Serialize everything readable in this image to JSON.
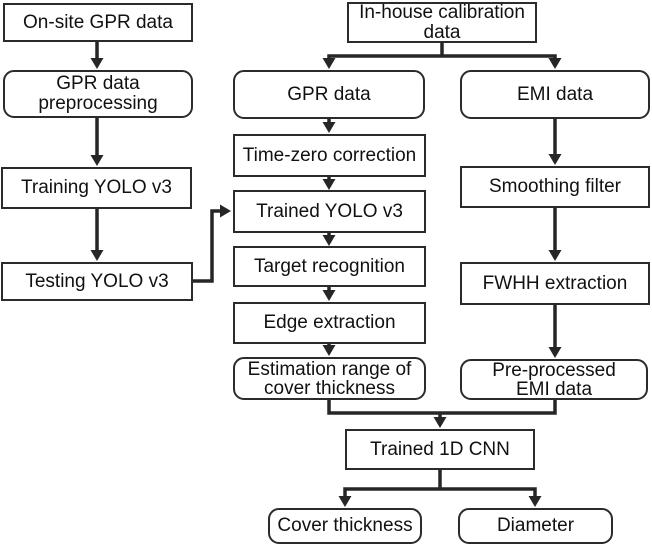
{
  "diagram": {
    "type": "flowchart",
    "colors": {
      "line": "#262626",
      "box_border": "#2b2b2b",
      "background": "#ffffff",
      "text": "#111111"
    },
    "nodes": {
      "onsite_gpr": {
        "label": "On-site GPR data",
        "shape": "rect"
      },
      "gpr_preprocessing": {
        "label": "GPR data\npreprocessing",
        "shape": "rounded"
      },
      "training_yolo": {
        "label": "Training YOLO v3",
        "shape": "rect"
      },
      "testing_yolo": {
        "label": "Testing YOLO v3",
        "shape": "rect"
      },
      "inhouse_calibration": {
        "label": "In-house calibration\ndata",
        "shape": "rect"
      },
      "gpr_data": {
        "label": "GPR data",
        "shape": "rounded"
      },
      "time_zero": {
        "label": "Time-zero correction",
        "shape": "rect"
      },
      "trained_yolo": {
        "label": "Trained YOLO v3",
        "shape": "rect"
      },
      "target_recognition": {
        "label": "Target recognition",
        "shape": "rect"
      },
      "edge_extraction": {
        "label": "Edge extraction",
        "shape": "rect"
      },
      "estimation_range": {
        "label": "Estimation range of\ncover thickness",
        "shape": "rounded"
      },
      "emi_data": {
        "label": "EMI data",
        "shape": "rounded"
      },
      "smoothing_filter": {
        "label": "Smoothing filter",
        "shape": "rect"
      },
      "fwhh_extraction": {
        "label": "FWHH extraction",
        "shape": "rect"
      },
      "preprocessed_emi": {
        "label": "Pre-processed\nEMI data",
        "shape": "rounded"
      },
      "trained_cnn": {
        "label": "Trained 1D CNN",
        "shape": "rect"
      },
      "cover_thickness": {
        "label": "Cover thickness",
        "shape": "rounded"
      },
      "diameter": {
        "label": "Diameter",
        "shape": "rounded"
      }
    },
    "edges": [
      {
        "from": "onsite_gpr",
        "to": "gpr_preprocessing"
      },
      {
        "from": "gpr_preprocessing",
        "to": "training_yolo"
      },
      {
        "from": "training_yolo",
        "to": "testing_yolo"
      },
      {
        "from": "testing_yolo",
        "to": "trained_yolo"
      },
      {
        "from": "inhouse_calibration",
        "to": "gpr_data"
      },
      {
        "from": "inhouse_calibration",
        "to": "emi_data"
      },
      {
        "from": "gpr_data",
        "to": "time_zero"
      },
      {
        "from": "time_zero",
        "to": "trained_yolo"
      },
      {
        "from": "trained_yolo",
        "to": "target_recognition"
      },
      {
        "from": "target_recognition",
        "to": "edge_extraction"
      },
      {
        "from": "edge_extraction",
        "to": "estimation_range"
      },
      {
        "from": "emi_data",
        "to": "smoothing_filter"
      },
      {
        "from": "smoothing_filter",
        "to": "fwhh_extraction"
      },
      {
        "from": "fwhh_extraction",
        "to": "preprocessed_emi"
      },
      {
        "from": "estimation_range",
        "to": "trained_cnn"
      },
      {
        "from": "preprocessed_emi",
        "to": "trained_cnn"
      },
      {
        "from": "trained_cnn",
        "to": "cover_thickness"
      },
      {
        "from": "trained_cnn",
        "to": "diameter"
      }
    ]
  }
}
